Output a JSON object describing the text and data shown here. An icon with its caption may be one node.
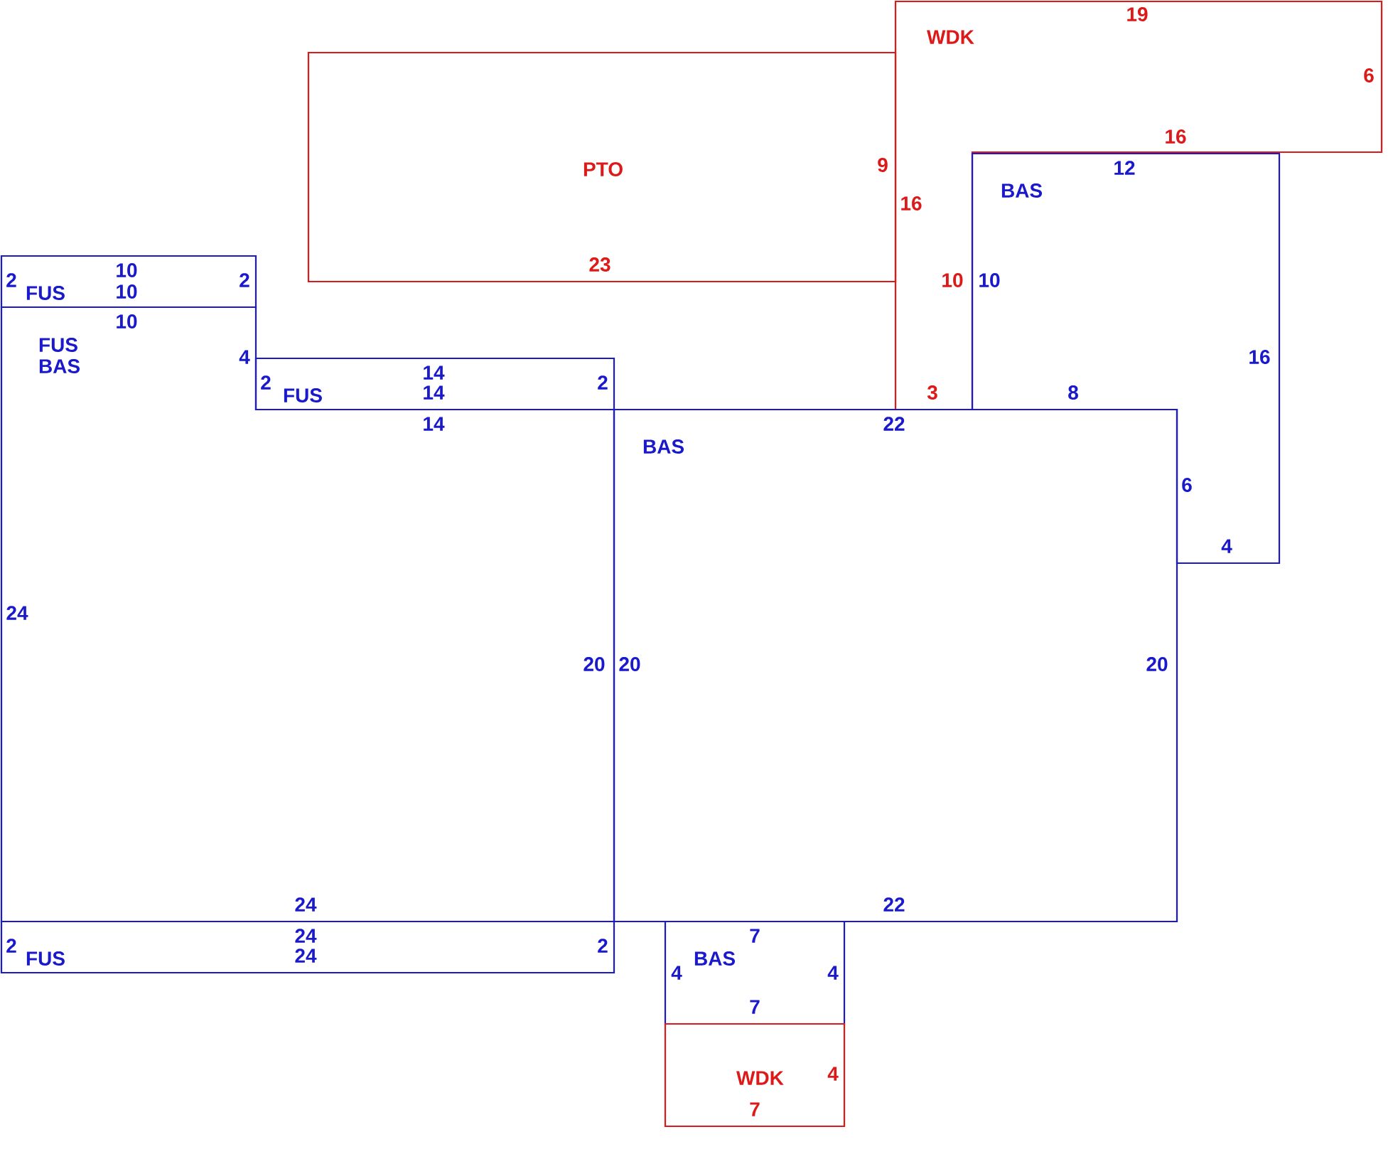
{
  "diagram": {
    "nodes": [
      {
        "text": [
          "WDK",
          "19",
          "6",
          "16",
          "16",
          "10",
          "3"
        ]
      },
      {
        "text": [
          "PTO",
          "9",
          "23"
        ]
      },
      {
        "text": [
          "BAS",
          "12",
          "10",
          "16",
          "8",
          "6",
          "4"
        ]
      },
      {
        "text": [
          "FUS",
          "10",
          "2",
          "10",
          "2"
        ]
      },
      {
        "text": [
          "FUS BAS",
          "10",
          "4",
          "14",
          "24",
          "20",
          "24"
        ]
      },
      {
        "text": [
          "FUS",
          "2",
          "14",
          "14",
          "2"
        ]
      },
      {
        "text": [
          "BAS",
          "22",
          "20",
          "20",
          "22"
        ]
      },
      {
        "text": [
          "FUS",
          "2",
          "24",
          "24",
          "2"
        ]
      },
      {
        "text": [
          "BAS",
          "7",
          "4",
          "4",
          "7"
        ]
      },
      {
        "text": [
          "WDK",
          "4",
          "7"
        ]
      }
    ]
  }
}
